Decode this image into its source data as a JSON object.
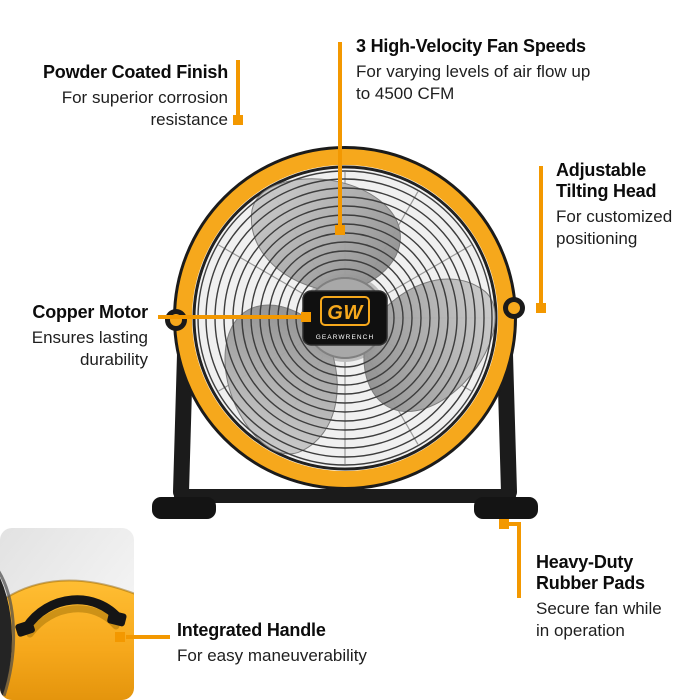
{
  "colors": {
    "accent": "#F39800",
    "fan_yellow": "#F6A81C",
    "text": "#0c0c0c"
  },
  "brand": {
    "logo": "GW",
    "name": "GEARWRENCH"
  },
  "callouts": {
    "powder_finish": {
      "title": "Powder Coated Finish",
      "desc": "For superior corrosion resistance"
    },
    "fan_speeds": {
      "title": "3 High-Velocity Fan Speeds",
      "desc": "For varying levels of air flow up to 4500 CFM"
    },
    "tilting_head": {
      "title": "Adjustable Tilting Head",
      "desc": "For customized positioning"
    },
    "copper_motor": {
      "title": "Copper Motor",
      "desc": "Ensures lasting durability"
    },
    "rubber_pads": {
      "title": "Heavy-Duty Rubber Pads",
      "desc": "Secure fan while in operation"
    },
    "integrated_handle": {
      "title": "Integrated Handle",
      "desc": "For easy maneuverability"
    }
  }
}
